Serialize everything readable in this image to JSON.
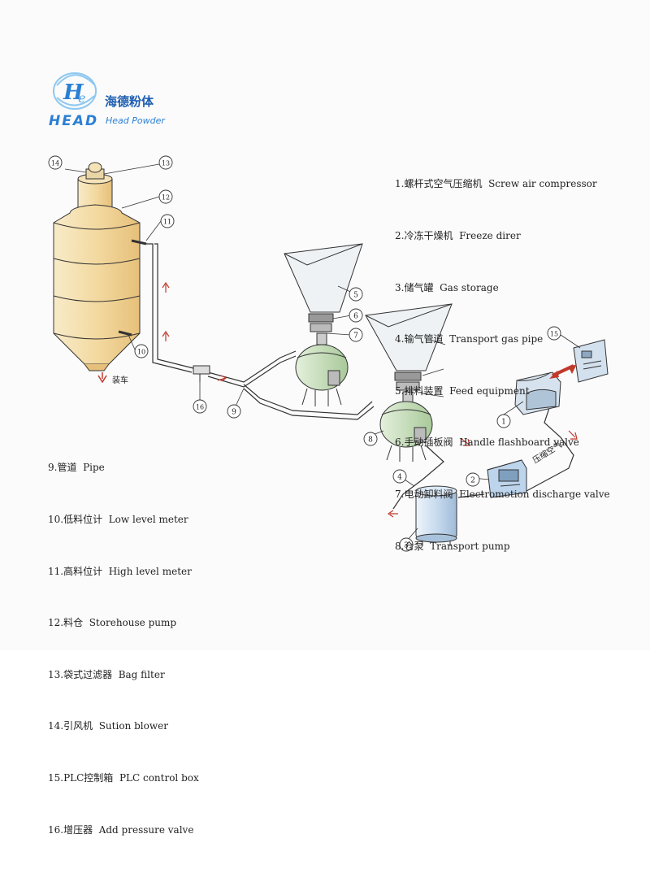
{
  "logo": {
    "chinese": "海德粉体",
    "english": "HEAD",
    "subtitle": "Head Powder",
    "colors": {
      "blue": "#2a7fd4",
      "light_blue": "#8ec8f0"
    }
  },
  "legend_top": [
    "1.螺杆式空气压缩机  Screw air compressor",
    "2.冷冻干燥机  Freeze direr",
    "3.储气罐  Gas storage",
    "4.输气管道  Transport gas pipe",
    "5.排料装置  Feed equipment",
    "6.手动插板阀  Handle flashboard valve",
    "7.电动卸料阀  Electromotion discharge valve",
    "8.仓泵  Transport pump"
  ],
  "legend_bottom": [
    "9.管道  Pipe",
    "10.低料位计  Low level meter",
    "11.高料位计  High level meter",
    "12.料仓  Storehouse pump",
    "13.袋式过滤器  Bag filter",
    "14.引风机  Sution blower",
    "15.PLC控制箱  PLC control box",
    "16.增压器  Add pressure valve"
  ],
  "callouts": [
    "1",
    "2",
    "3",
    "4",
    "5",
    "6",
    "7",
    "8",
    "9",
    "10",
    "11",
    "12",
    "13",
    "14",
    "15",
    "16"
  ],
  "labels": {
    "truck_loading": "装车",
    "compressed_air": "压缩空气"
  },
  "colors": {
    "silo_fill": "#f3dca6",
    "silo_band": "#e8c67e",
    "pump_fill": "#cfe3c4",
    "hopper_fill": "#eef2f4",
    "line": "#333333"
  }
}
